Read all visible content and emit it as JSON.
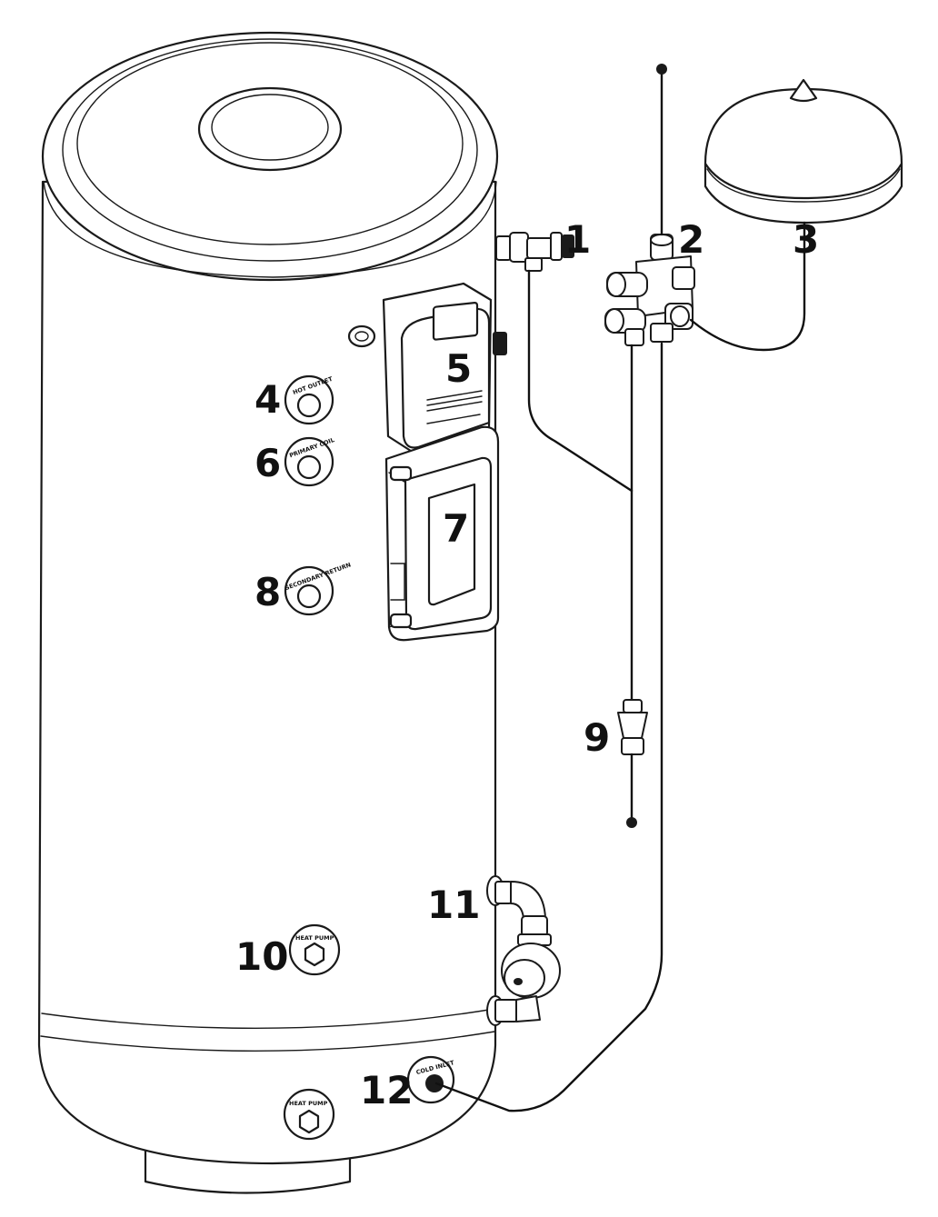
{
  "callouts": {
    "c1": "1",
    "c2": "2",
    "c3": "3",
    "c4": "4",
    "c5": "5",
    "c6": "6",
    "c7": "7",
    "c8": "8",
    "c9": "9",
    "c10": "10",
    "c11": "11",
    "c12": "12"
  },
  "port_labels": {
    "hot_outlet": "HOT OUTLET",
    "primary_coil": "PRIMARY COIL",
    "secondary_return": "SECONDARY RETURN",
    "heat_pump_upper": "HEAT PUMP",
    "heat_pump_lower": "HEAT PUMP",
    "cold_inlet": "COLD INLET"
  }
}
